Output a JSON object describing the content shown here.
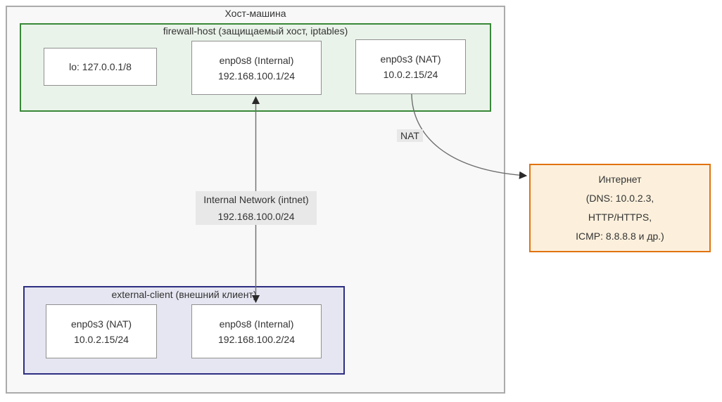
{
  "colors": {
    "host_bg": "#f8f8f8",
    "host_border": "#ababab",
    "firewall_fill": "#eaf3ea",
    "firewall_border": "#388838",
    "client_fill": "#e6e6f2",
    "client_border": "#2e2e82",
    "internet_fill": "#fcf0dc",
    "internet_border": "#e0730f",
    "node_fill": "#ffffff",
    "node_border": "#909090",
    "edge_color": "#6e6e6e",
    "arrow_color": "#2a2a2a",
    "label_bg": "#e8e8e8",
    "text_color": "#333333"
  },
  "host": {
    "title": "Хост-машина"
  },
  "firewall": {
    "title": "firewall-host (защищаемый хост, iptables)",
    "nodes": [
      {
        "id": "lo",
        "lines": [
          "lo: 127.0.0.1/8"
        ]
      },
      {
        "id": "enp0s8",
        "lines": [
          "enp0s8 (Internal)",
          "192.168.100.1/24"
        ]
      },
      {
        "id": "enp0s3",
        "lines": [
          "enp0s3 (NAT)",
          "10.0.2.15/24"
        ]
      }
    ]
  },
  "client": {
    "title": "external-client (внешний клиент)",
    "nodes": [
      {
        "id": "enp0s3",
        "lines": [
          "enp0s3 (NAT)",
          "10.0.2.15/24"
        ]
      },
      {
        "id": "enp0s8",
        "lines": [
          "enp0s8 (Internal)",
          "192.168.100.2/24"
        ]
      }
    ]
  },
  "internet": {
    "lines": [
      "Интернет",
      "(DNS: 10.0.2.3,",
      "HTTP/HTTPS,",
      "ICMP: 8.8.8.8 и др.)"
    ]
  },
  "edges": {
    "nat": {
      "label": "NAT"
    },
    "intnet": {
      "label_lines": [
        "Internal Network (intnet)",
        "192.168.100.0/24"
      ]
    }
  }
}
